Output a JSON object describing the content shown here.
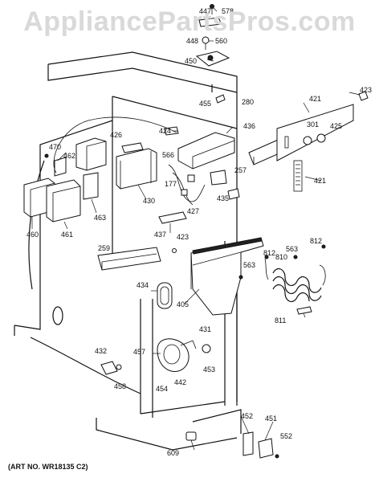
{
  "watermark": "AppliancePartsPros.com",
  "art_number": "(ART NO. WR18135 C2)",
  "callouts": [
    "447",
    "578",
    "448",
    "560",
    "450",
    "455",
    "280",
    "423",
    "421",
    "424",
    "566",
    "436",
    "301",
    "425",
    "426",
    "470",
    "462",
    "177",
    "257",
    "421",
    "427",
    "435",
    "430",
    "463",
    "460",
    "461",
    "437",
    "423",
    "259",
    "812",
    "563",
    "810",
    "812",
    "563",
    "434",
    "405",
    "811",
    "431",
    "432",
    "457",
    "442",
    "453",
    "458",
    "454",
    "452",
    "451",
    "552",
    "609"
  ]
}
